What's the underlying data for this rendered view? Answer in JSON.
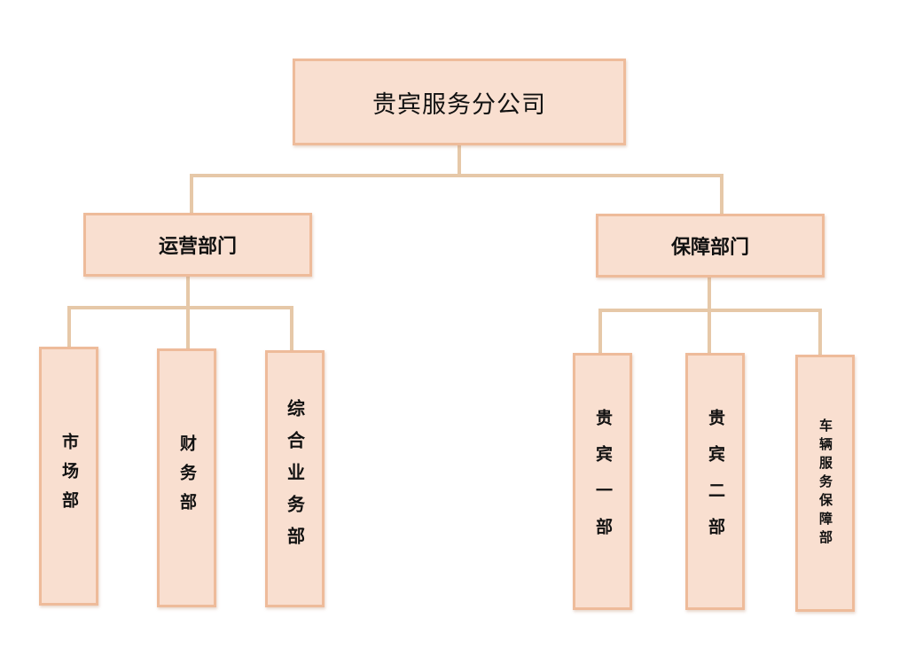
{
  "root": {
    "label": "贵宾服务分公司"
  },
  "departments": [
    {
      "label": "运营部门",
      "units": [
        {
          "label": "市场部"
        },
        {
          "label": "财务部"
        },
        {
          "label": "综合业务部"
        }
      ]
    },
    {
      "label": "保障部门",
      "units": [
        {
          "label": "贵宾一部"
        },
        {
          "label": "贵宾二部"
        },
        {
          "label": "车辆服务保障部"
        }
      ]
    }
  ],
  "colors": {
    "box_fill": "#f9dfd0",
    "box_border": "#eebb9a",
    "connector": "#e6c8a8",
    "text": "#111111"
  }
}
